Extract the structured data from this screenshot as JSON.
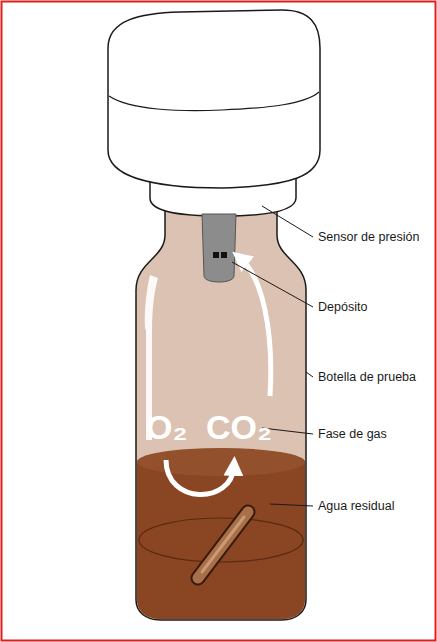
{
  "diagram": {
    "labels": [
      "Sensor de presión",
      "Depósito",
      "Botella de prueba",
      "Fase de gas",
      "Agua residual",
      "O₂",
      "CO₂"
    ]
  }
}
